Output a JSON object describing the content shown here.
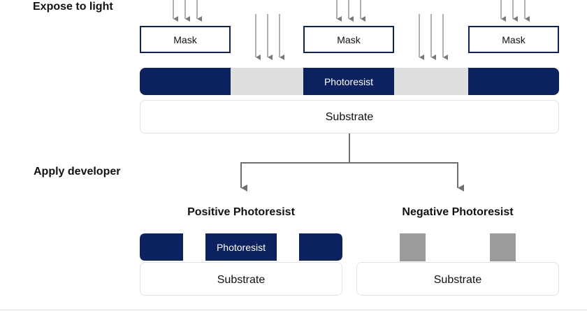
{
  "steps": {
    "expose": "Expose to light",
    "develop": "Apply developer"
  },
  "masks": [
    "Mask",
    "Mask",
    "Mask"
  ],
  "top_photoresist_label": "Photoresist",
  "top_substrate_label": "Substrate",
  "positive": {
    "title": "Positive Photoresist",
    "photoresist_label": "Photoresist",
    "substrate_label": "Substrate"
  },
  "negative": {
    "title": "Negative Photoresist",
    "substrate_label": "Substrate"
  },
  "colors": {
    "navy": "#0c2160",
    "light_gray": "#dedede",
    "mid_gray": "#9b9b9b",
    "arrow": "#7a7a7a",
    "border": "#e2e2e2"
  }
}
